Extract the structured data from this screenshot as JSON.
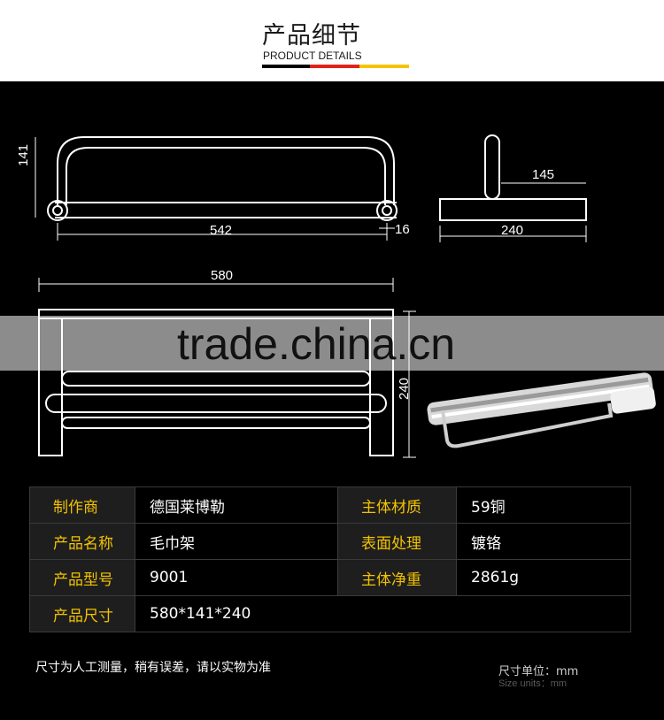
{
  "header": {
    "title_cn": "产品细节",
    "title_en": "PRODUCT DETAILS",
    "flag_colors": [
      "#000000",
      "#e0231b",
      "#f5c400"
    ]
  },
  "dimensions": {
    "front_height": "141",
    "front_width": "542",
    "front_post": "16",
    "side_depth": "145",
    "side_width": "240",
    "top_width": "580",
    "top_depth": "240"
  },
  "watermark": "trade.china.cn",
  "specs": {
    "manufacturer_label": "制作商",
    "manufacturer_value": "德国莱博勒",
    "material_label": "主体材质",
    "material_value": "59铜",
    "name_label": "产品名称",
    "name_value": "毛巾架",
    "surface_label": "表面处理",
    "surface_value": "镀铬",
    "model_label": "产品型号",
    "model_value": "9001",
    "weight_label": "主体净重",
    "weight_value": "2861g",
    "size_label": "产品尺寸",
    "size_value": "580*141*240"
  },
  "footer": {
    "note": "尺寸为人工测量，稍有误差，请以实物为准",
    "unit": "尺寸单位：mm",
    "unit_en": "Size units：mm"
  },
  "colors": {
    "accent": "#f2c200",
    "background": "#000000"
  }
}
